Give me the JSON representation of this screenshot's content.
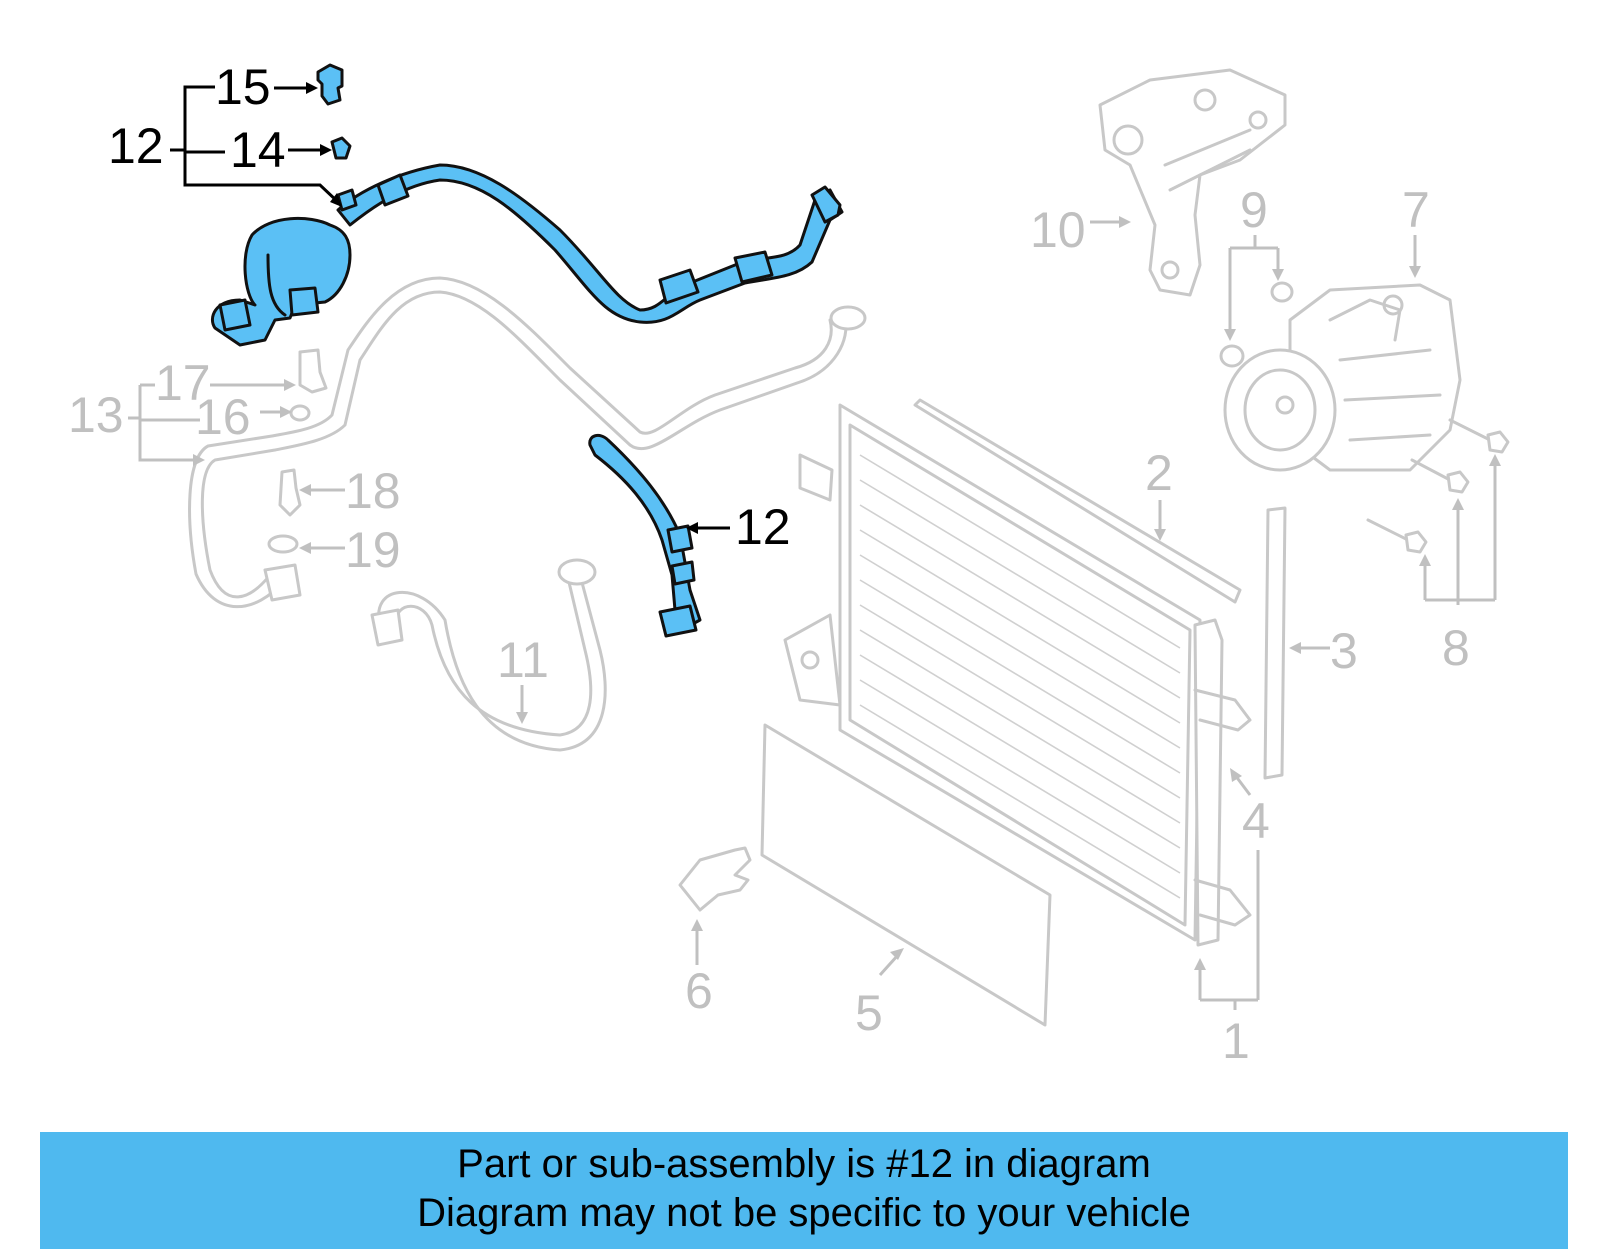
{
  "diagram": {
    "highlight_color": "#5bc0f5",
    "muted_color": "#c0c0c0",
    "callouts": [
      {
        "id": "c1",
        "label": "1",
        "highlighted": false
      },
      {
        "id": "c2",
        "label": "2",
        "highlighted": false
      },
      {
        "id": "c3",
        "label": "3",
        "highlighted": false
      },
      {
        "id": "c4",
        "label": "4",
        "highlighted": false
      },
      {
        "id": "c5",
        "label": "5",
        "highlighted": false
      },
      {
        "id": "c6",
        "label": "6",
        "highlighted": false
      },
      {
        "id": "c7",
        "label": "7",
        "highlighted": false
      },
      {
        "id": "c8",
        "label": "8",
        "highlighted": false
      },
      {
        "id": "c9",
        "label": "9",
        "highlighted": false
      },
      {
        "id": "c10",
        "label": "10",
        "highlighted": false
      },
      {
        "id": "c11",
        "label": "11",
        "highlighted": false
      },
      {
        "id": "c12a",
        "label": "12",
        "highlighted": true
      },
      {
        "id": "c12b",
        "label": "12",
        "highlighted": true
      },
      {
        "id": "c13",
        "label": "13",
        "highlighted": false
      },
      {
        "id": "c14",
        "label": "14",
        "highlighted": true
      },
      {
        "id": "c15",
        "label": "15",
        "highlighted": true
      },
      {
        "id": "c16",
        "label": "16",
        "highlighted": false
      },
      {
        "id": "c17",
        "label": "17",
        "highlighted": false
      },
      {
        "id": "c18",
        "label": "18",
        "highlighted": false
      },
      {
        "id": "c19",
        "label": "19",
        "highlighted": false
      }
    ]
  },
  "banner": {
    "line1": "Part or sub-assembly is #12 in diagram",
    "line2": "Diagram may not be specific to your vehicle",
    "background": "#4fb9ef"
  }
}
